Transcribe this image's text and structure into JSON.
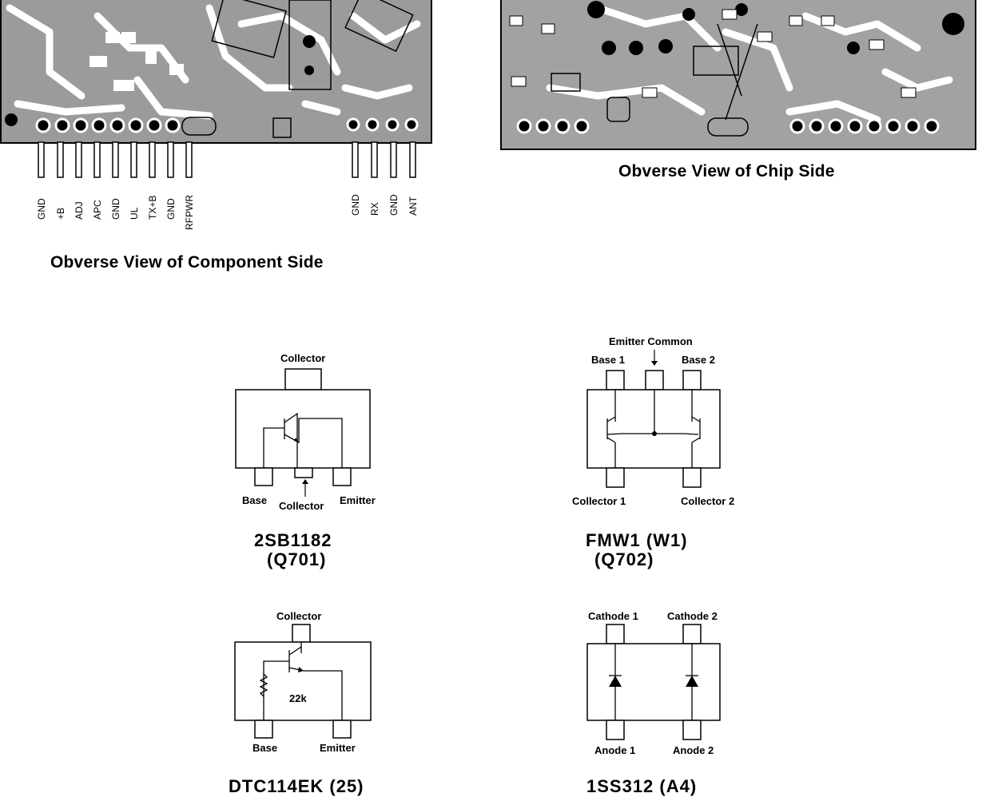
{
  "captions": {
    "component_side": "Obverse View of Component Side",
    "chip_side": "Obverse View of Chip Side"
  },
  "connector_left": [
    "GND",
    "+B",
    "ADJ",
    "APC",
    "GND",
    "UL",
    "TX+B",
    "GND",
    "RFPWR"
  ],
  "connector_right": [
    "GND",
    "RX",
    "GND",
    "ANT"
  ],
  "parts": {
    "q701": {
      "top_pin": "Collector",
      "left_pin": "Base",
      "center_pin": "Collector",
      "right_pin": "Emitter",
      "name": "2SB1182",
      "ref": "(Q701)"
    },
    "q702": {
      "common": "Emitter Common",
      "base1": "Base 1",
      "base2": "Base 2",
      "collector1": "Collector 1",
      "collector2": "Collector 2",
      "name": "FMW1 (W1)",
      "ref": "(Q702)"
    },
    "q3": {
      "top_pin": "Collector",
      "resistor": "22k",
      "left_pin": "Base",
      "right_pin": "Emitter",
      "name": "DTC114EK (25)"
    },
    "d4": {
      "cathode1": "Cathode 1",
      "cathode2": "Cathode 2",
      "anode1": "Anode 1",
      "anode2": "Anode 2",
      "name": "1SS312 (A4)"
    }
  }
}
